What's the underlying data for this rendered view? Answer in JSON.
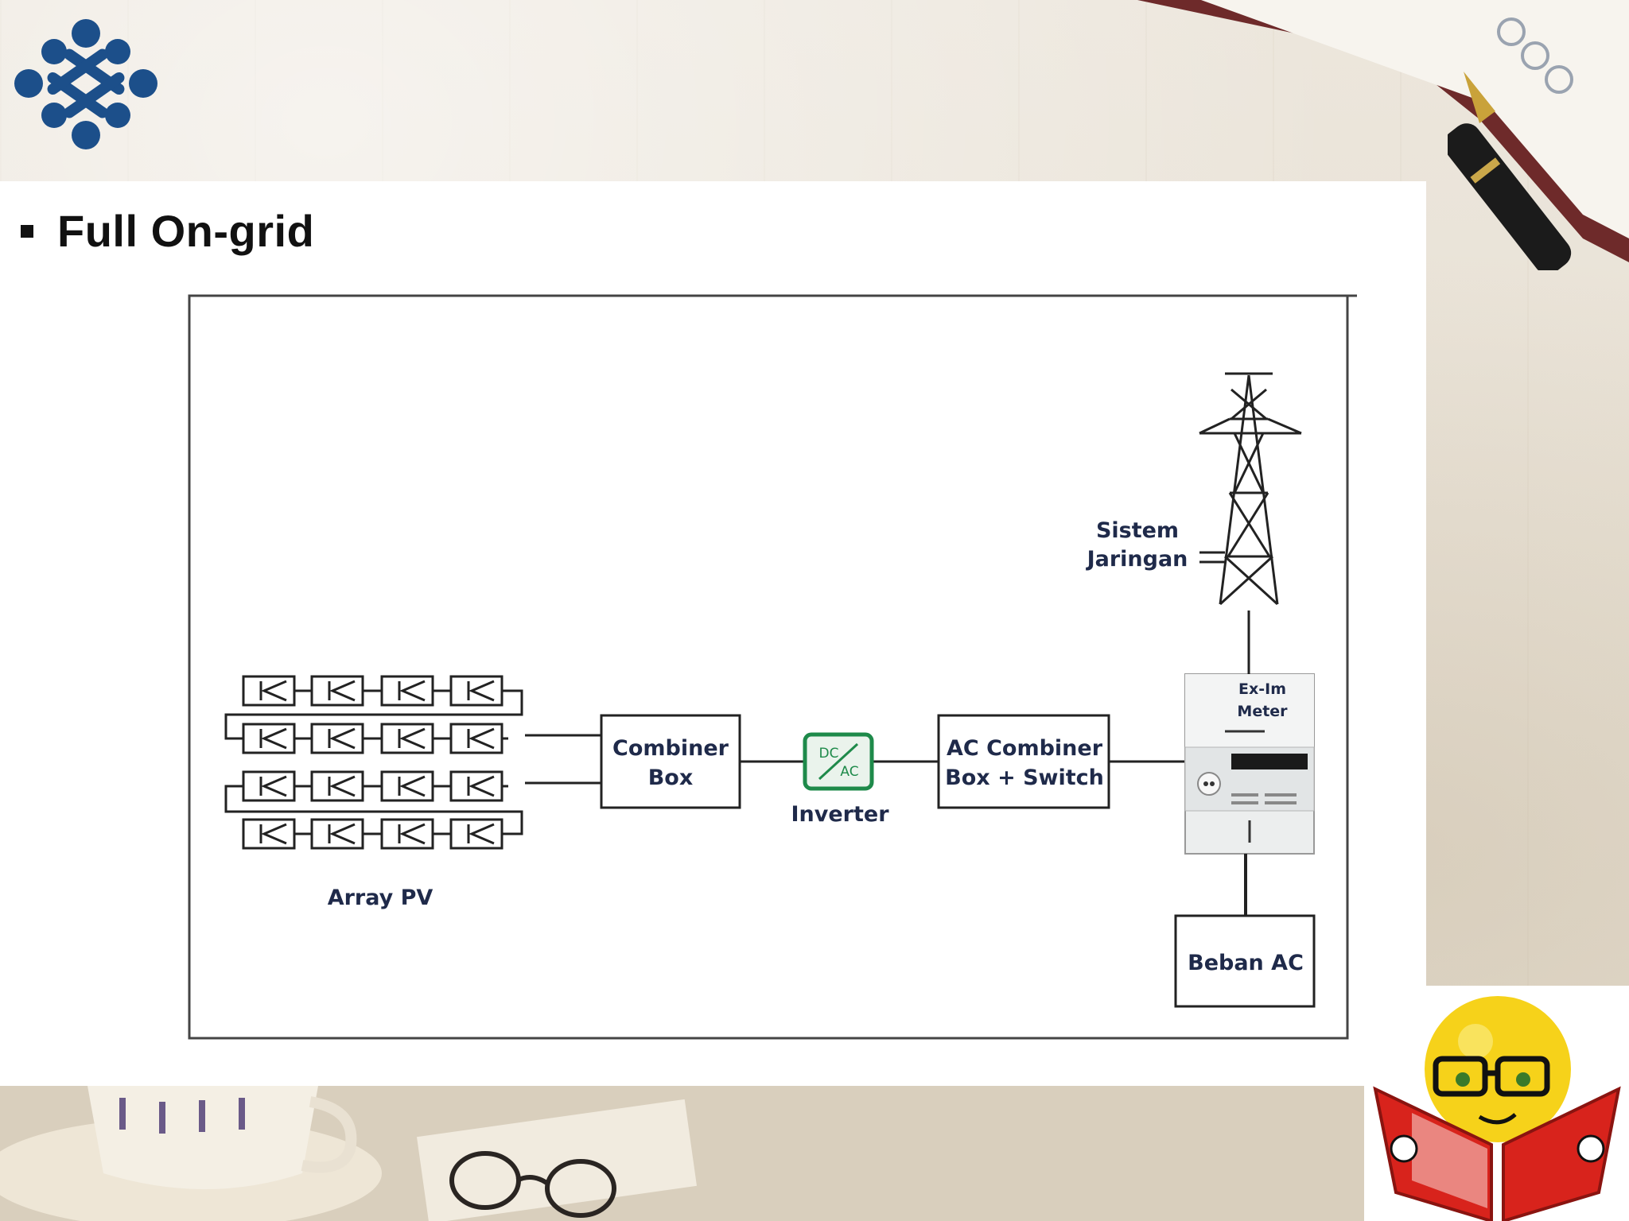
{
  "slide": {
    "title": "Full On-grid"
  },
  "diagram": {
    "array_label": "Array PV",
    "combiner_label": [
      "Combiner",
      "Box"
    ],
    "inverter_dc": "DC",
    "inverter_ac": "AC",
    "inverter_label": "Inverter",
    "ac_combiner_label": [
      "AC Combiner",
      "Box + Switch"
    ],
    "grid_label": [
      "Sistem",
      "Jaringan"
    ],
    "meter_label": [
      "Ex-Im",
      "Meter"
    ],
    "load_label": "Beban AC"
  },
  "colors": {
    "logo": "#1c4f8a",
    "label": "#1f2a4a",
    "inverter_green": "#1e8a4a",
    "book_red": "#d8231c",
    "smiley_yellow": "#f6d21a"
  },
  "icons": [
    "logo-icon",
    "pen-decoration",
    "notebook-decoration",
    "teacup-decoration",
    "glasses-decoration",
    "reading-smiley-icon",
    "transmission-tower-icon",
    "meter-icon",
    "solar-panel-icon"
  ]
}
